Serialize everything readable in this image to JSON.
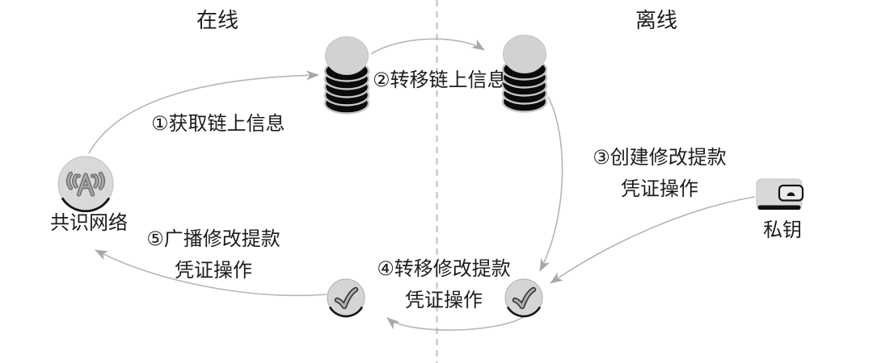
{
  "titles": {
    "online": "在线",
    "offline": "离线"
  },
  "nodes": {
    "consensus_network_label": "共识网络",
    "private_key_label": "私钥"
  },
  "steps": {
    "s1": "①获取链上信息",
    "s2": "②转移链上信息",
    "s3_l1": "③创建修改提款",
    "s3_l2": "凭证操作",
    "s4_l1": "④转移修改提款",
    "s4_l2": "凭证操作",
    "s5_l1": "⑤广播修改提款",
    "s5_l2": "凭证操作"
  },
  "icons": {
    "consensus_network": "radio-tower-icon",
    "online_database": "database-stack-icon",
    "offline_database": "database-stack-icon",
    "online_check": "checkmark-circle-icon",
    "offline_check": "checkmark-circle-icon",
    "private_key": "wallet-icon"
  },
  "colors": {
    "text": "#1c1c1c",
    "icon_fill": "#d6d6d6",
    "icon_outline": "#141414",
    "arrow": "#b5b5b5",
    "divider": "#c9c9c9"
  }
}
